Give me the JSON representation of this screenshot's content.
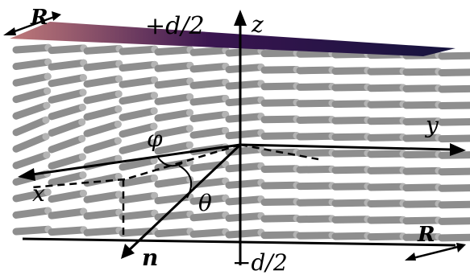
{
  "labels": {
    "rubbing_top": "R",
    "rubbing_bottom": "R",
    "top_surface": "+d/2",
    "bottom_surface": "−d/2",
    "axis_z": "z",
    "axis_y": "y",
    "axis_x": "x",
    "director": "n",
    "azimuth": "φ",
    "polar": "θ"
  },
  "colors": {
    "rod": "#8e8e8e",
    "rod_cap": "#b4b4b4",
    "axis": "#000000",
    "top_plate_start": "#c07a7a",
    "top_plate_mid": "#3a1550",
    "top_plate_end": "#15133d"
  }
}
